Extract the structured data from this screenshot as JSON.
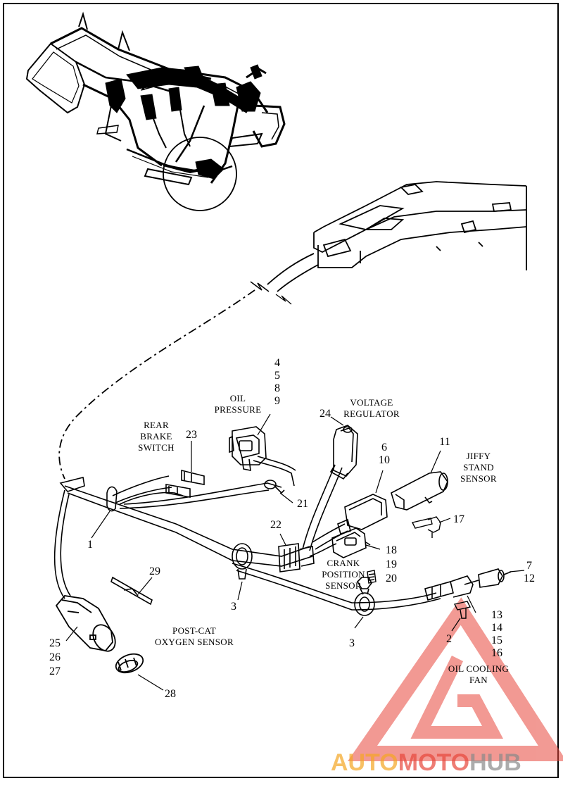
{
  "labels": {
    "oil_pressure": [
      "OIL",
      "PRESSURE"
    ],
    "rear_brake_switch": [
      "REAR",
      "BRAKE",
      "SWITCH"
    ],
    "voltage_regulator": [
      "VOLTAGE",
      "REGULATOR"
    ],
    "jiffy_stand_sensor": [
      "JIFFY",
      "STAND",
      "SENSOR"
    ],
    "crank_position_sensor": [
      "CRANK",
      "POSITION",
      "SENSOR"
    ],
    "post_cat_oxygen_sensor": [
      "POST-CAT",
      "OXYGEN SENSOR"
    ],
    "oil_cooling_fan": [
      "OIL COOLING",
      "FAN"
    ]
  },
  "callouts": {
    "c_4_5_8_9": [
      "4",
      "5",
      "8",
      "9"
    ],
    "c_24": "24",
    "c_6_10": [
      "6",
      "10"
    ],
    "c_11": "11",
    "c_23": "23",
    "c_21": "21",
    "c_17": "17",
    "c_22": "22",
    "c_1": "1",
    "c_18_19_20": [
      "18",
      "19",
      "20"
    ],
    "c_7_12": [
      "7",
      "12"
    ],
    "c_29": "29",
    "c_3a": "3",
    "c_3b": "3",
    "c_13_16": [
      "13",
      "14",
      "15",
      "16"
    ],
    "c_2": "2",
    "c_25_27": [
      "25",
      "26",
      "27"
    ],
    "c_28": "28"
  },
  "watermark": {
    "brand_auto": "AUTO",
    "brand_moto": "MOTO",
    "brand_hub": "HUB",
    "colors": {
      "red": "#e8473c",
      "orange": "#f5a623",
      "gray": "#8a8a8a"
    }
  }
}
